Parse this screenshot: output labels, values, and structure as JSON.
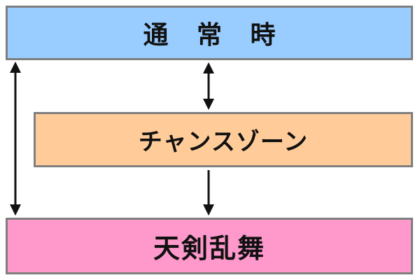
{
  "diagram": {
    "nodes": [
      {
        "id": "normal",
        "label": "通 常 時",
        "color": "#99ccff"
      },
      {
        "id": "chance_zone",
        "label": "チャンスゾーン",
        "color": "#ffcc99"
      },
      {
        "id": "tenken_ranbu",
        "label": "天剣乱舞",
        "color": "#ff99cc"
      }
    ],
    "edges": [
      {
        "from": "normal",
        "to": "tenken_ranbu",
        "direction": "both"
      },
      {
        "from": "normal",
        "to": "chance_zone",
        "direction": "both"
      },
      {
        "from": "chance_zone",
        "to": "tenken_ranbu",
        "direction": "forward"
      }
    ],
    "border_color": "#7f7f7f",
    "arrow_color": "#111111"
  }
}
